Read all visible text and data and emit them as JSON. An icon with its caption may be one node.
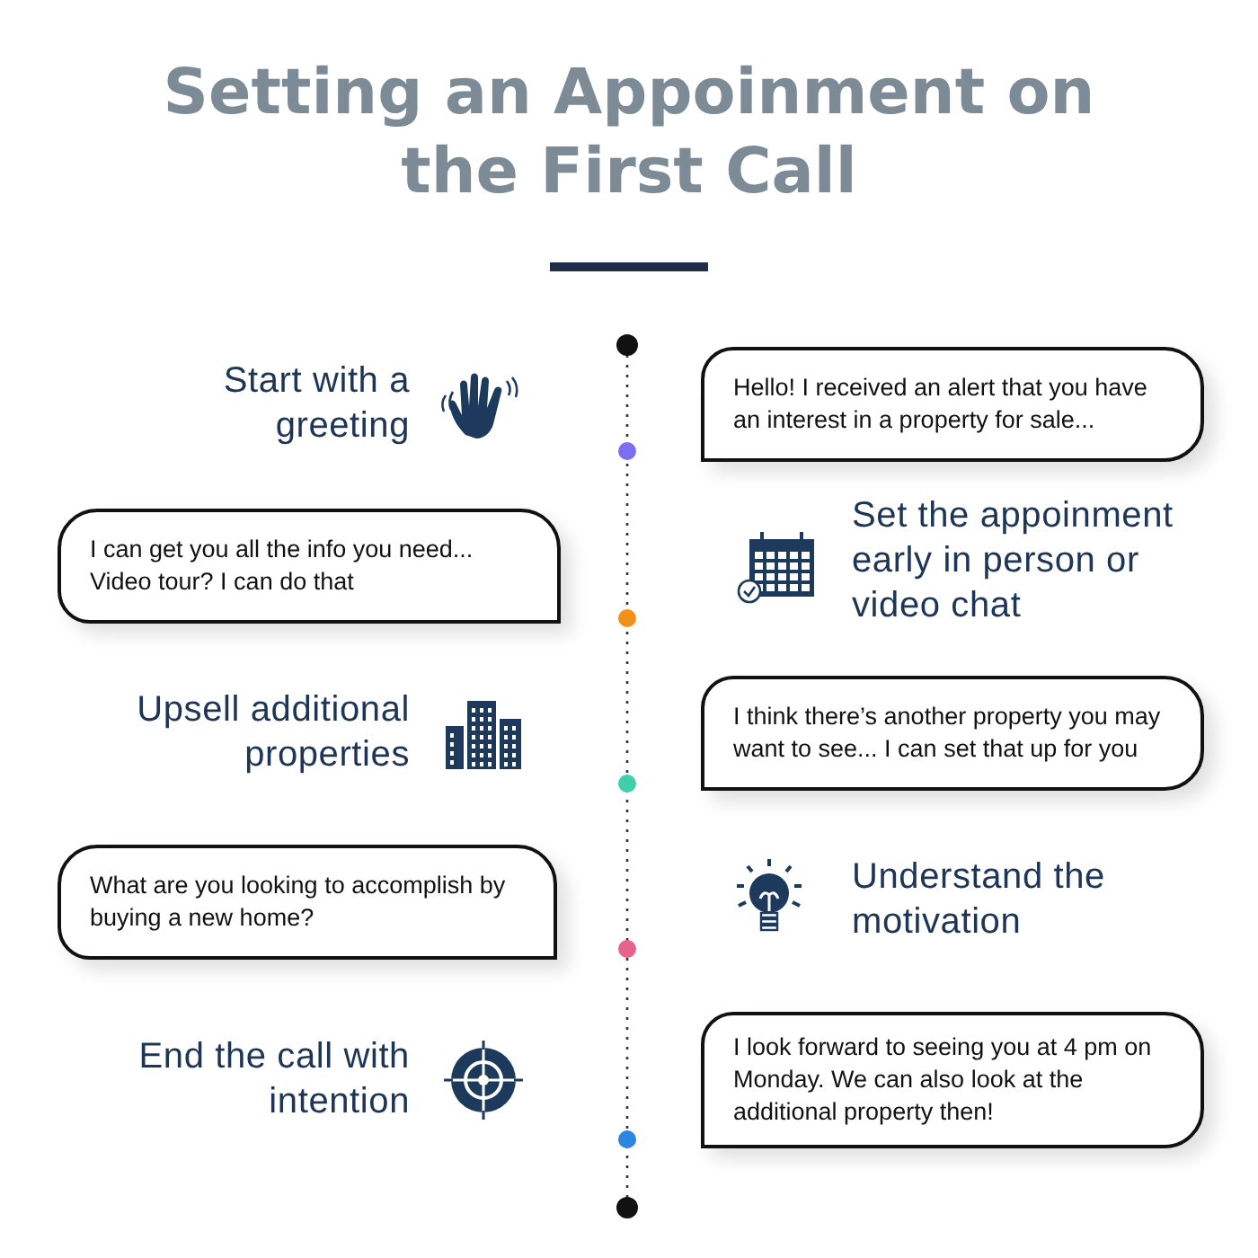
{
  "diagram": {
    "title": "Setting an Appoinment on the First Call",
    "nodes": [
      {
        "text": [
          "Hello! I received an alert that you have an interest in a property for sale..."
        ]
      },
      {
        "text": [
          "I can get you all the info you need... Video tour? I can do that"
        ]
      },
      {
        "text": [
          "I think there’s another property you may want to see... I can set that up for you"
        ]
      },
      {
        "text": [
          "What are you looking to accomplish by buying a new home?"
        ]
      },
      {
        "text": [
          "I look forward to seeing you at 4 pm on Monday. We can also look at the additional property then!"
        ]
      }
    ],
    "labels": [
      "Start with a greeting",
      "Set the appoinment early in person or video chat",
      "Upsell additional properties",
      "Understand the motivation",
      "End the call with intention"
    ]
  }
}
